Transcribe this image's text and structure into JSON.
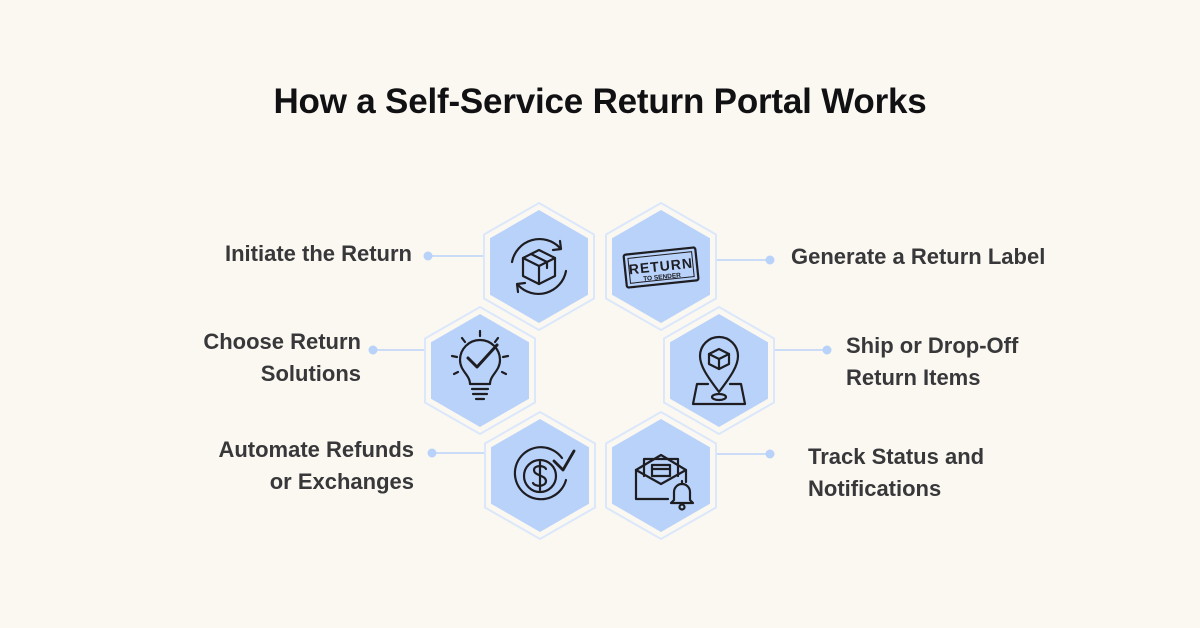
{
  "title": "How a Self-Service Return Portal Works",
  "colors": {
    "background": "#fbf8f1",
    "hex_fill": "#b9d2fa",
    "hex_outline": "#dbe7fb",
    "connector": "#b9d2fa",
    "dot": "#b9d2fa"
  },
  "steps": [
    {
      "id": "initiate",
      "line1": "Initiate the Return",
      "line2": "",
      "icon": "rotating-box-icon"
    },
    {
      "id": "label",
      "line1": "Generate a Return Label",
      "line2": "",
      "icon": "return-to-sender-stamp-icon",
      "stamp_top": "RETURN",
      "stamp_bottom": "TO SENDER"
    },
    {
      "id": "solutions",
      "line1": "Choose Return",
      "line2": "Solutions",
      "icon": "lightbulb-check-icon"
    },
    {
      "id": "ship",
      "line1": "Ship or Drop-Off",
      "line2": "Return Items",
      "icon": "map-pin-box-icon"
    },
    {
      "id": "refunds",
      "line1": "Automate Refunds",
      "line2": "or Exchanges",
      "icon": "dollar-refund-icon"
    },
    {
      "id": "track",
      "line1": "Track Status and",
      "line2": "Notifications",
      "icon": "envelope-bell-icon"
    }
  ]
}
